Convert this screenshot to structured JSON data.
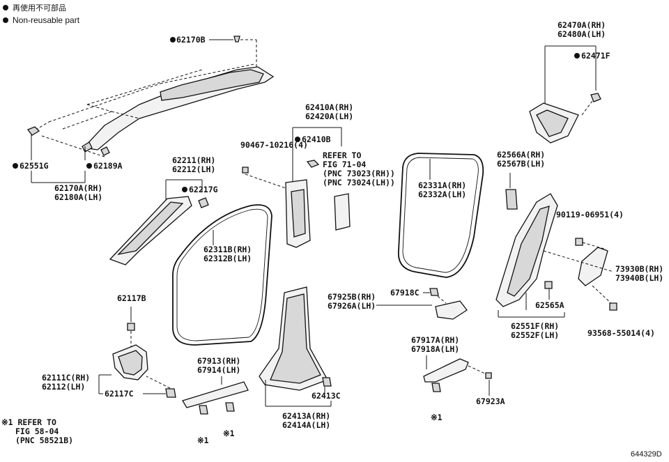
{
  "legend": {
    "japanese": "再使用不可部品",
    "english": "Non-reusable part"
  },
  "figure_number": "644329D",
  "labels": {
    "p62170B": "62170B",
    "p62551G": "62551G",
    "p62189A": "62189A",
    "p62170A": "62170A(RH)",
    "p62180A": "62180A(LH)",
    "p62211": "62211(RH)",
    "p62212": "62212(LH)",
    "p62217G": "62217G",
    "p90467": "90467-10216(4)",
    "p62410A": "62410A(RH)",
    "p62420A": "62420A(LH)",
    "p62410B": "62410B",
    "refer1_a": "REFER TO",
    "refer1_b": "FIG 71-04",
    "refer1_c": "(PNC 73023(RH))",
    "refer1_d": "(PNC 73024(LH))",
    "p62311B": "62311B(RH)",
    "p62312B": "62312B(LH)",
    "p62331A": "62331A(RH)",
    "p62332A": "62332A(LH)",
    "p62470A": "62470A(RH)",
    "p62480A": "62480A(LH)",
    "p62471F": "62471F",
    "p62566A": "62566A(RH)",
    "p62567B": "62567B(LH)",
    "p90119": "90119-06951(4)",
    "p73930B": "73930B(RH)",
    "p73940B": "73940B(LH)",
    "p62565A": "62565A",
    "p62551F": "62551F(RH)",
    "p62552F": "62552F(LH)",
    "p93568": "93568-55014(4)",
    "p62117B": "62117B",
    "p62111C": "62111C(RH)",
    "p62112": "62112(LH)",
    "p62117C": "62117C",
    "p67913": "67913(RH)",
    "p67914": "67914(LH)",
    "p67925B": "67925B(RH)",
    "p67926A": "67926A(LH)",
    "p67918C": "67918C",
    "p62413C": "62413C",
    "p62413A": "62413A(RH)",
    "p62414A": "62414A(LH)",
    "p67917A": "67917A(RH)",
    "p67918A": "67918A(LH)",
    "p67923A": "67923A",
    "note_mark1": "※1",
    "note_mark2": "※1",
    "note_mark3": "※1",
    "refer2_a": "※1 REFER TO",
    "refer2_b": "FIG 58-04",
    "refer2_c": "(PNC 58521B)"
  }
}
